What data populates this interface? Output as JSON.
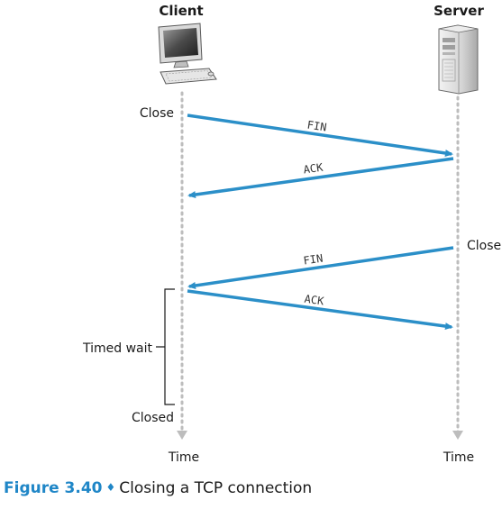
{
  "actors": {
    "client": {
      "label": "Client",
      "icon": "desktop-computer-icon"
    },
    "server": {
      "label": "Server",
      "icon": "server-tower-icon"
    }
  },
  "events": {
    "client_close": "Close",
    "server_close": "Close",
    "timed_wait": "Timed wait",
    "closed": "Closed",
    "client_time": "Time",
    "server_time": "Time"
  },
  "messages": [
    {
      "id": "fin1",
      "label": "FIN",
      "from": "client",
      "to": "server"
    },
    {
      "id": "ack1",
      "label": "ACK",
      "from": "server",
      "to": "client"
    },
    {
      "id": "fin2",
      "label": "FIN",
      "from": "server",
      "to": "client"
    },
    {
      "id": "ack2",
      "label": "ACK",
      "from": "client",
      "to": "server"
    }
  ],
  "caption": {
    "figure_number": "Figure 3.40",
    "separator": "♦",
    "text": "Closing a TCP connection"
  },
  "colors": {
    "arrow": "#2b8fc8",
    "caption_number": "#1f86c7",
    "timeline": "#bdbdbd"
  }
}
